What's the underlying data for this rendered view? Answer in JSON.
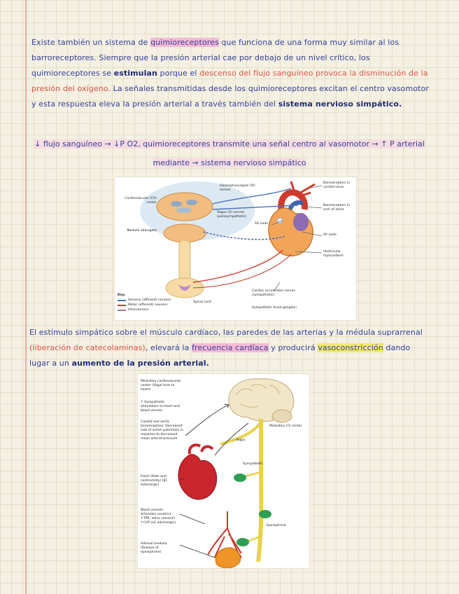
{
  "colors": {
    "ink": "#33409c",
    "ink_bold": "#1f2b74",
    "red_ink": "#e0564a",
    "highlight_pink": "#f6b9d5",
    "highlight_soft_pink": "#f8d8e6",
    "highlight_yellow": "#f2e96b",
    "paper": "#f4f0e2",
    "margin_line": "#e58780"
  },
  "para1": {
    "segments": [
      {
        "t": "Existe también un sistema de "
      },
      {
        "t": "quimioreceptores",
        "c": "hl-pink"
      },
      {
        "t": " que funciona de una forma muy similar al los barroreceptores. Siempre que la presión arterial cae por debajo de un nivel crítico, los quimioreceptores se "
      },
      {
        "t": "estimulan",
        "c": "b"
      },
      {
        "t": " porque el "
      },
      {
        "t": "descenso del flujo sanguíneo provoca la disminución de la presión del oxígeno.",
        "c": "red"
      },
      {
        "t": " La señales transmitidas desde los quimioreceptores excitan el centro vasomotor y esta respuesta eleva la presión arterial a través también del "
      },
      {
        "t": "sistema nervioso simpático.",
        "c": "b"
      }
    ]
  },
  "formula": {
    "line1": [
      {
        "t": "↓ flujo sanguíneo →  ↓P O2, quimioreceptores transmite una señal centro al vasomotor → ↑ P arterial",
        "c": "hl-softpink"
      }
    ],
    "line2": [
      {
        "t": "mediante → sistema nervioso simpático",
        "c": "hl-softpink"
      }
    ]
  },
  "para3": {
    "segments": [
      {
        "t": "El estímulo simpático sobre el músculo cardíaco, las paredes de las arterias y la médula suprarrenal "
      },
      {
        "t": "(liberación de catecolaminas)",
        "c": "red"
      },
      {
        "t": ", elevará la "
      },
      {
        "t": "frecuencia cardíaca",
        "c": "hl-pink"
      },
      {
        "t": " y producirá "
      },
      {
        "t": "vasoconstricción",
        "c": "hl-yellow"
      },
      {
        "t": " dando lugar a un "
      },
      {
        "t": "aumento de la presión arterial.",
        "c": "b"
      }
    ]
  },
  "figure1": {
    "labels": {
      "cv_center": "Cardiovascular (CV) center",
      "medulla": "Medulla oblongata",
      "glosso": "Glossopharyngeal (IX) nerves",
      "vagus": "Vagus (X) nerves (parasympathetic)",
      "baro_carotid": "Baroreceptors in carotid sinus",
      "baro_aorta": "Baroreceptors in arch of aorta",
      "sa_node": "SA node",
      "av_node": "AV node",
      "ventricular": "Ventricular myocardium",
      "spinal": "Spinal cord",
      "cardiac_acc": "Cardiac accelerator nerves (sympathetic)",
      "symp_trunk": "Sympathetic trunk ganglion",
      "key_title": "Key:",
      "key_sensory": "Sensory (afferent) neurons",
      "key_motor": "Motor (efferent) neurons",
      "key_inter": "Interneurons"
    }
  },
  "figure2": {
    "labels": {
      "medullary_center": "Medullary cardiovascular center (Vagal tone to heart)",
      "symp_stim": "↑ Sympathetic stimulation to heart and blood vessels",
      "baroreceptors": "Carotid and aortic baroreceptors: Decreased rate of action potentials in response to decreased mean arterial pressure",
      "medullary_cv": "Medullary CV center",
      "vagus": "Vagus",
      "sympathetic": "Sympathetic",
      "heart": "Heart (Rate and contractility) (β1 adrenergic)",
      "blood_vessels": "Blood vessels: Arterioles constrict ↑TPR, Veins constrict ↑CVP (α1 adrenergic)",
      "epinephrine": "Epinephrine",
      "adrenal": "Adrenal medulla (Release of epinephrine)"
    }
  }
}
